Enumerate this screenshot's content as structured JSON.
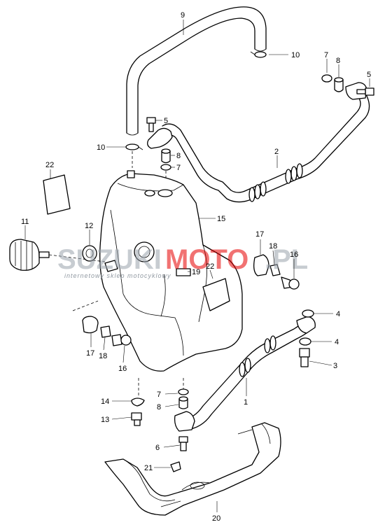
{
  "labels": {
    "l9": "9",
    "l10a": "10",
    "l7a": "7",
    "l8a": "8",
    "l5a": "5",
    "l5b": "5",
    "l10b": "10",
    "l8b": "8",
    "l7b": "7",
    "l2": "2",
    "l22a": "22",
    "l15": "15",
    "l11": "11",
    "l12": "12",
    "l17a": "17",
    "l18a": "18",
    "l16a": "16",
    "l19": "19",
    "l22b": "22",
    "l4a": "4",
    "l4b": "4",
    "l3": "3",
    "l17b": "17",
    "l18b": "18",
    "l16b": "16",
    "l1": "1",
    "l7c": "7",
    "l8c": "8",
    "l14": "14",
    "l13": "13",
    "l6": "6",
    "l21": "21",
    "l20": "20"
  },
  "watermark": {
    "brand_part1": "SUZUKI",
    "brand_part2": "MOTO",
    "brand_part3": ".PL",
    "tagline": "internetowy sklep motocyklowy"
  }
}
